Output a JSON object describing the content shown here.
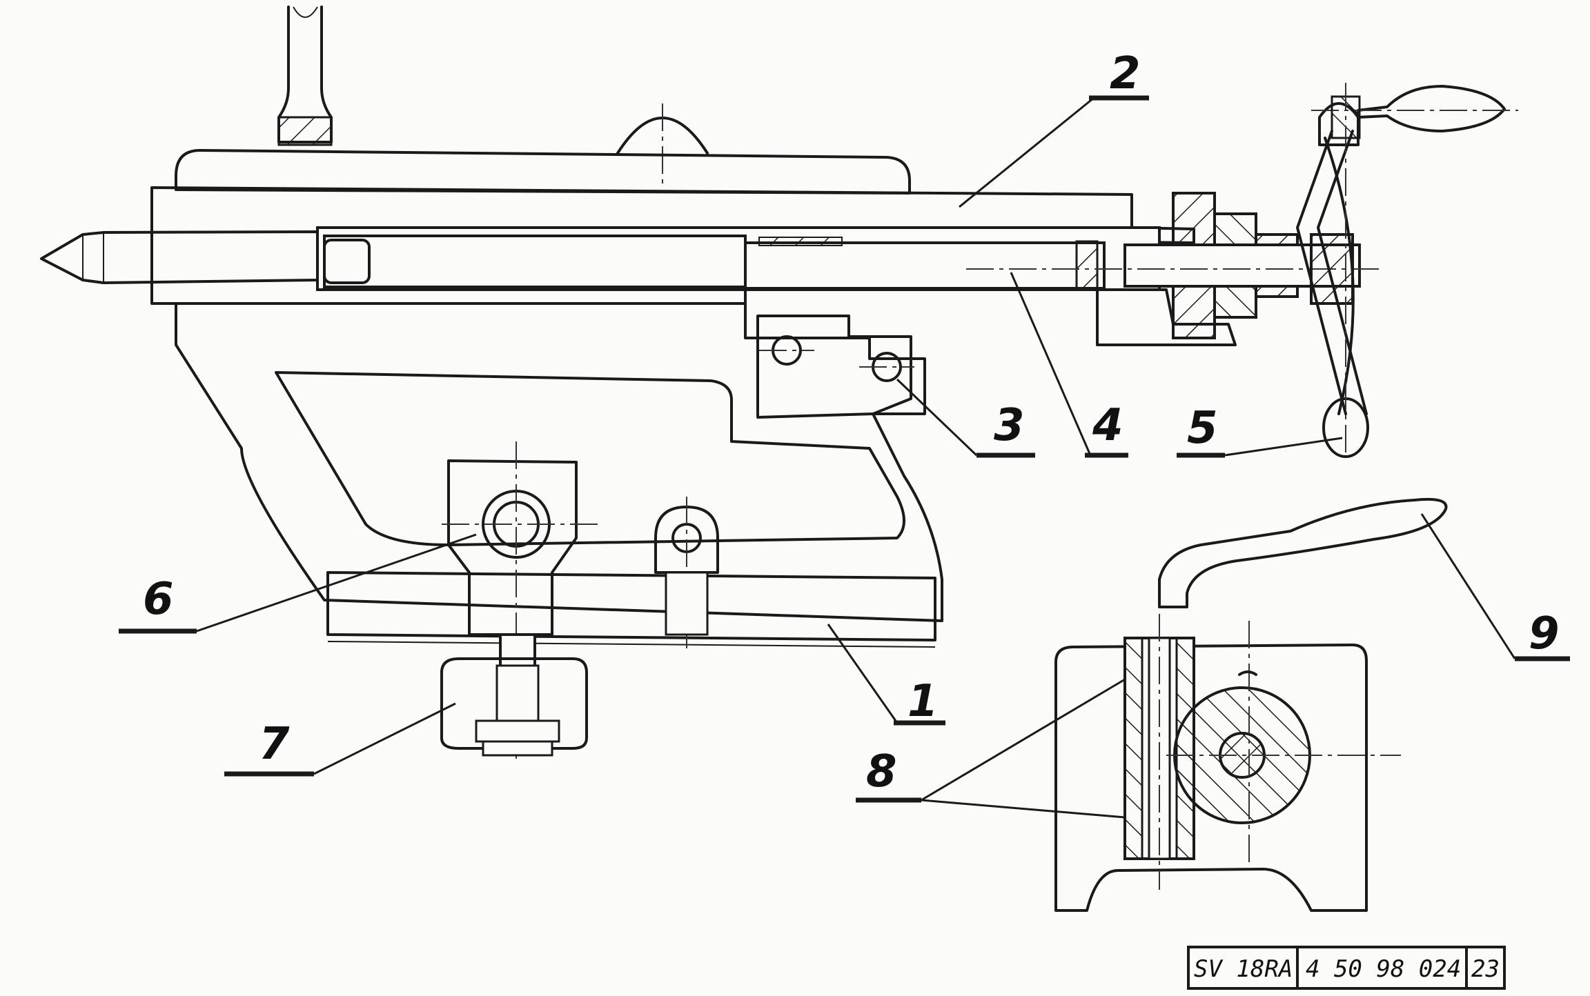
{
  "drawing": {
    "callouts": [
      {
        "id": "1",
        "label": "1"
      },
      {
        "id": "2",
        "label": "2"
      },
      {
        "id": "3",
        "label": "3"
      },
      {
        "id": "4",
        "label": "4"
      },
      {
        "id": "5",
        "label": "5"
      },
      {
        "id": "6",
        "label": "6"
      },
      {
        "id": "7",
        "label": "7"
      },
      {
        "id": "8",
        "label": "8"
      },
      {
        "id": "9",
        "label": "9"
      }
    ],
    "title_block": {
      "model": "SV 18RA",
      "drawing_number": "4 50 98 024",
      "sheet": "23"
    }
  }
}
